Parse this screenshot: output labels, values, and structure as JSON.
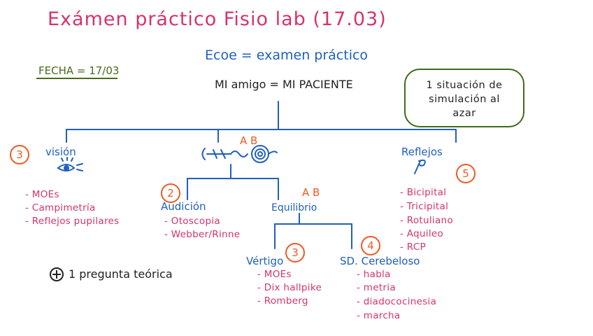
{
  "title": "Exámen práctico Fisio lab (17.03)",
  "subtitle": "Ecoe = examen práctico",
  "fecha": "FECHA = 17/03",
  "main_node": "MI amigo = MI PACIENTE",
  "note_box": {
    "lines": [
      "1 situación de",
      "simulación al",
      "azar"
    ]
  },
  "vision": {
    "badge": "3",
    "label": "visión",
    "items": [
      "- MOEs",
      "- Campimetría",
      "- Reflejos pupilares"
    ]
  },
  "ear": {
    "tag": "A B"
  },
  "audicion": {
    "badge": "2",
    "label": "Audición",
    "items": [
      "- Otoscopia",
      "- Webber/Rinne"
    ]
  },
  "equilibrio": {
    "tag": "A B",
    "label": "Equilibrio"
  },
  "vertigo": {
    "badge": "3",
    "label": "Vértigo",
    "items": [
      "- MOEs",
      "- Dix hallpike",
      "- Romberg"
    ]
  },
  "cerebeloso": {
    "badge": "4",
    "label": "SD. Cerebeloso",
    "items": [
      "- habla",
      "- metria",
      "- diadococinesia",
      "- marcha"
    ]
  },
  "reflejos": {
    "badge": "5",
    "label": "Reflejos",
    "items": [
      "- Bicipital",
      "- Tricipital",
      "- Rotuliano",
      "- Aquileo",
      "- RCP"
    ]
  },
  "extra": {
    "icon": "plus-circle-icon",
    "text": "1 pregunta teórica"
  },
  "colors": {
    "pink": "#d6336c",
    "blue": "#1f5fbf",
    "orange": "#ee5a24",
    "green": "#3d6b1f"
  }
}
